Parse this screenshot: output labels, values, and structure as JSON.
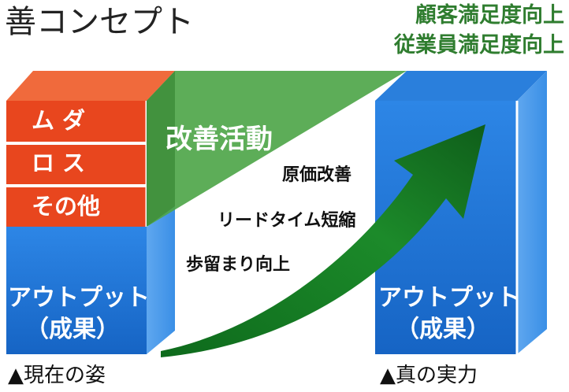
{
  "title": "善コンセプト",
  "goals": [
    "顧客満足度向上",
    "従業員満足度向上"
  ],
  "current_state": {
    "waste_items": [
      "ムダ",
      "ロス",
      "その他"
    ],
    "output_label": "アウトプット",
    "output_sub": "（成果）",
    "caption": "▲現在の姿"
  },
  "improvement": {
    "label": "改善活動",
    "steps": [
      "原価改善",
      "リードタイム短縮",
      "歩留まり向上"
    ]
  },
  "true_potential": {
    "output_label": "アウトプット",
    "output_sub": "（成果）",
    "caption": "▲真の実力"
  },
  "colors": {
    "red_block": "#e8461e",
    "blue_block": "#1f79d8",
    "green_wedge": "#4fa64a",
    "arrow_green": "#1e8a2a",
    "goal_text": "#2f7d2f"
  }
}
